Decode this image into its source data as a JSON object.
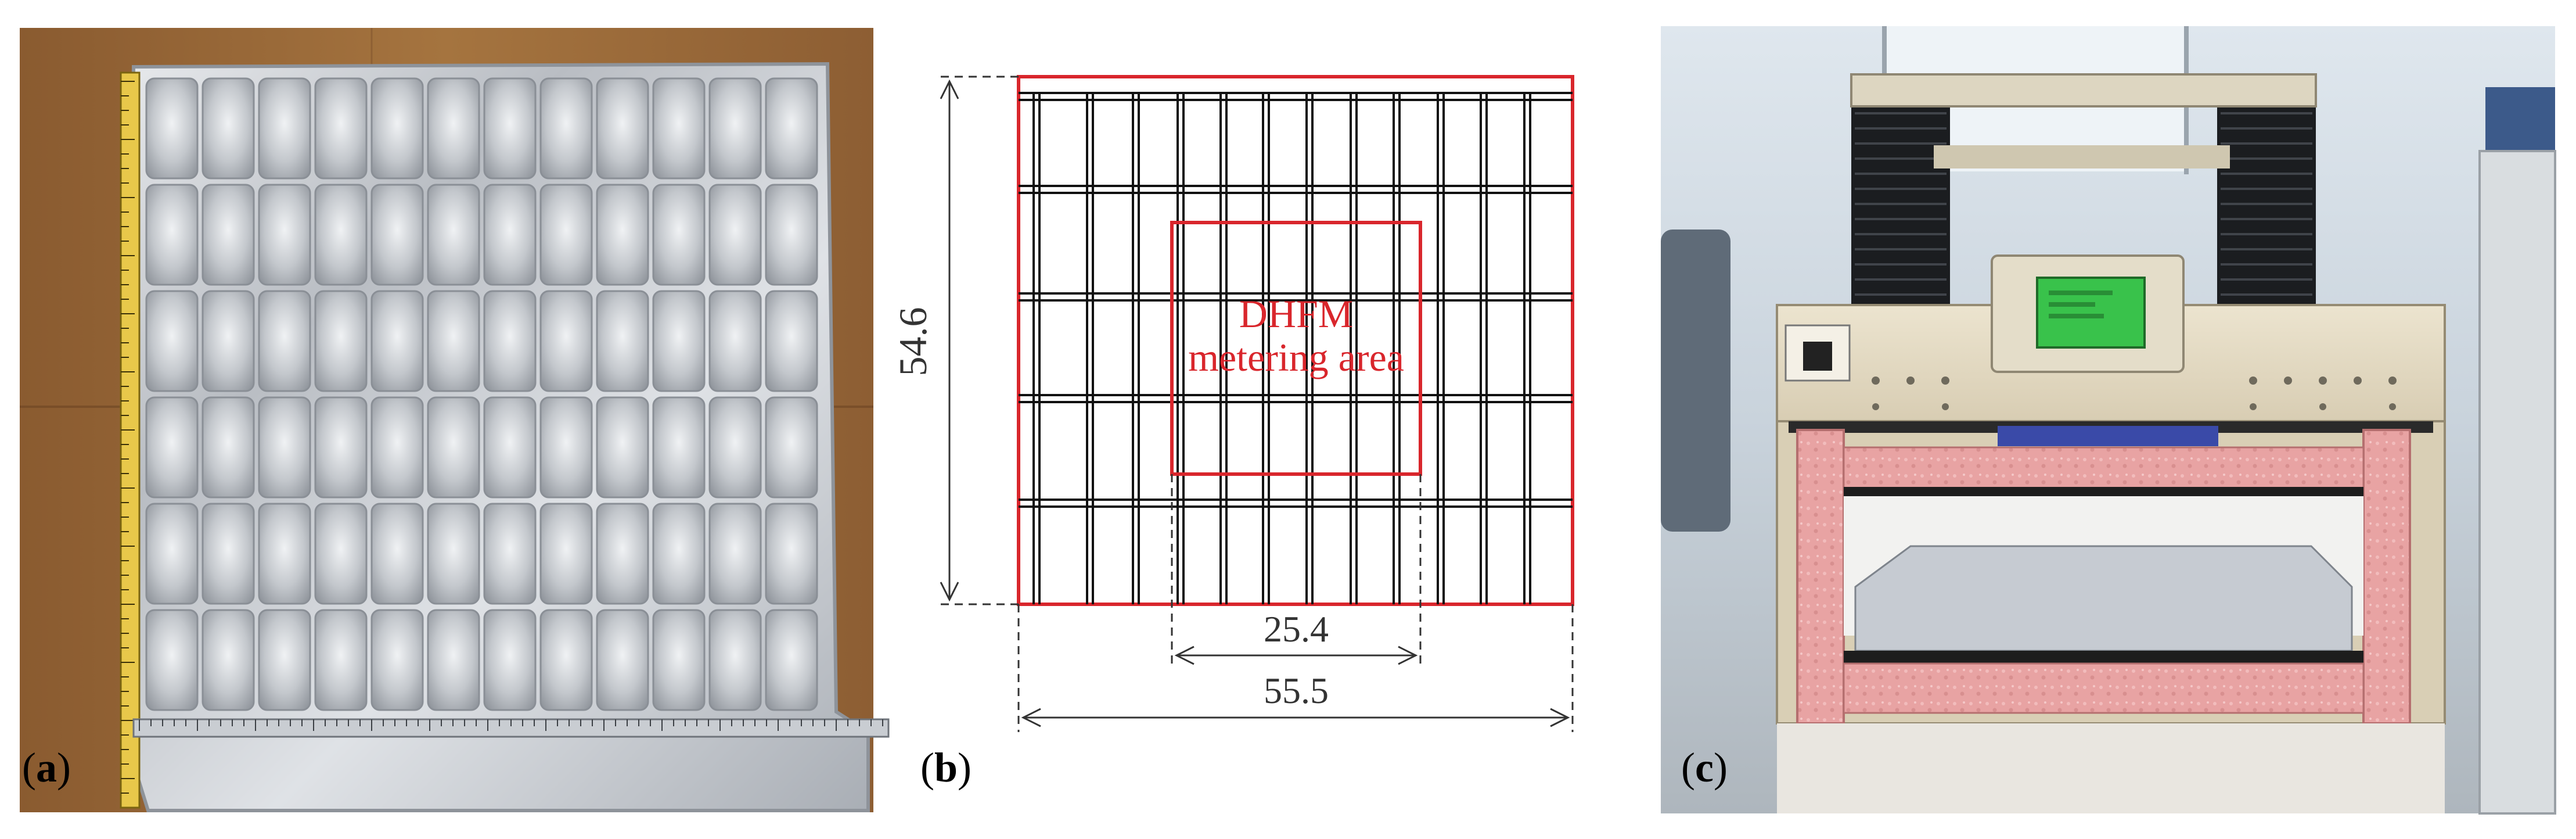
{
  "panels": {
    "a": {
      "label_open": "(",
      "label_letter": "a",
      "label_close": ")",
      "subject": "aluminium-foil-panel-with-measuring-tapes"
    },
    "b": {
      "label_open": "(",
      "label_letter": "b",
      "label_close": ")",
      "dimensions": {
        "height": "54.6",
        "metering_width": "25.4",
        "total_width": "55.5"
      },
      "metering_area_text": {
        "line1": "DHFM",
        "line2": "metering area"
      }
    },
    "c": {
      "label_open": "(",
      "label_letter": "c",
      "label_close": ")",
      "subject": "heat-flow-meter-apparatus"
    }
  },
  "colors": {
    "red": "#d9262c",
    "grid": "#111111",
    "foil": "#c9ccd0",
    "wood": "#9a6a3c",
    "insulation_pink": "#e9a6a6",
    "beige": "#e6dcc5",
    "lcd_green": "#39c24b"
  }
}
